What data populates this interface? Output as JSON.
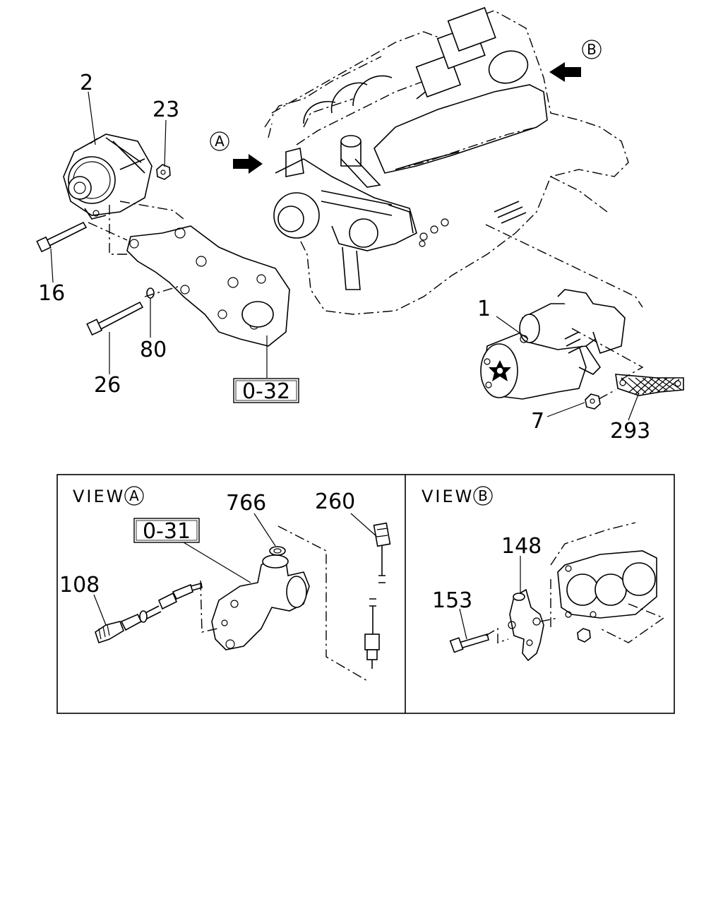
{
  "parts": {
    "p2": "2",
    "p23": "23",
    "p16": "16",
    "p80": "80",
    "p26": "26",
    "p1": "1",
    "p7": "7",
    "p293": "293",
    "p766": "766",
    "p260": "260",
    "p108": "108",
    "p148": "148",
    "p153": "153"
  },
  "refs": {
    "r032": "0-32",
    "r031": "0-31"
  },
  "views": {
    "view_a_word": "VIEW",
    "view_a_letter": "A",
    "view_b_word": "VIEW",
    "view_b_letter": "B"
  },
  "markers": {
    "a": "A",
    "b": "B"
  }
}
